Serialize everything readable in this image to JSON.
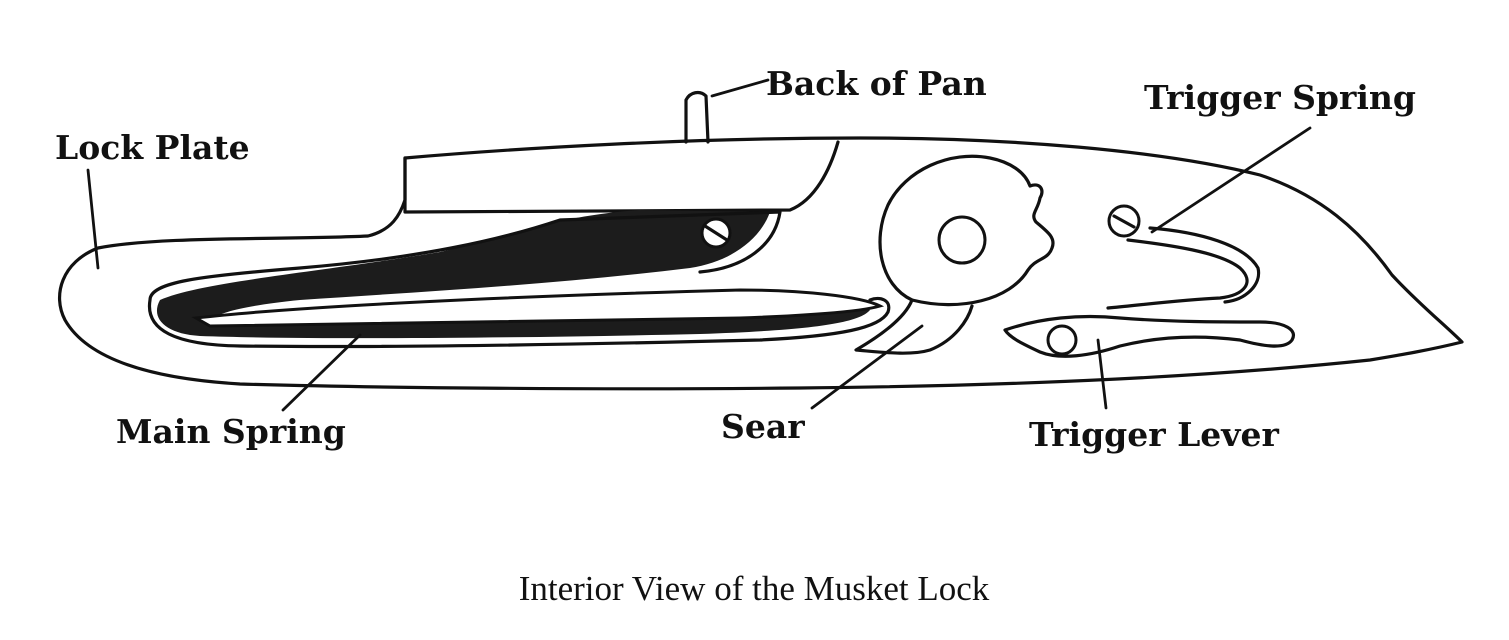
{
  "labels": {
    "back_of_pan": "Back of Pan",
    "lock_plate": "Lock Plate",
    "trigger_spring": "Trigger Spring",
    "main_spring": "Main Spring",
    "sear": "Sear",
    "trigger_lever": "Trigger Lever"
  },
  "caption": "Interior View of the Musket Lock",
  "colors": {
    "ink": "#111111",
    "background": "#ffffff"
  }
}
